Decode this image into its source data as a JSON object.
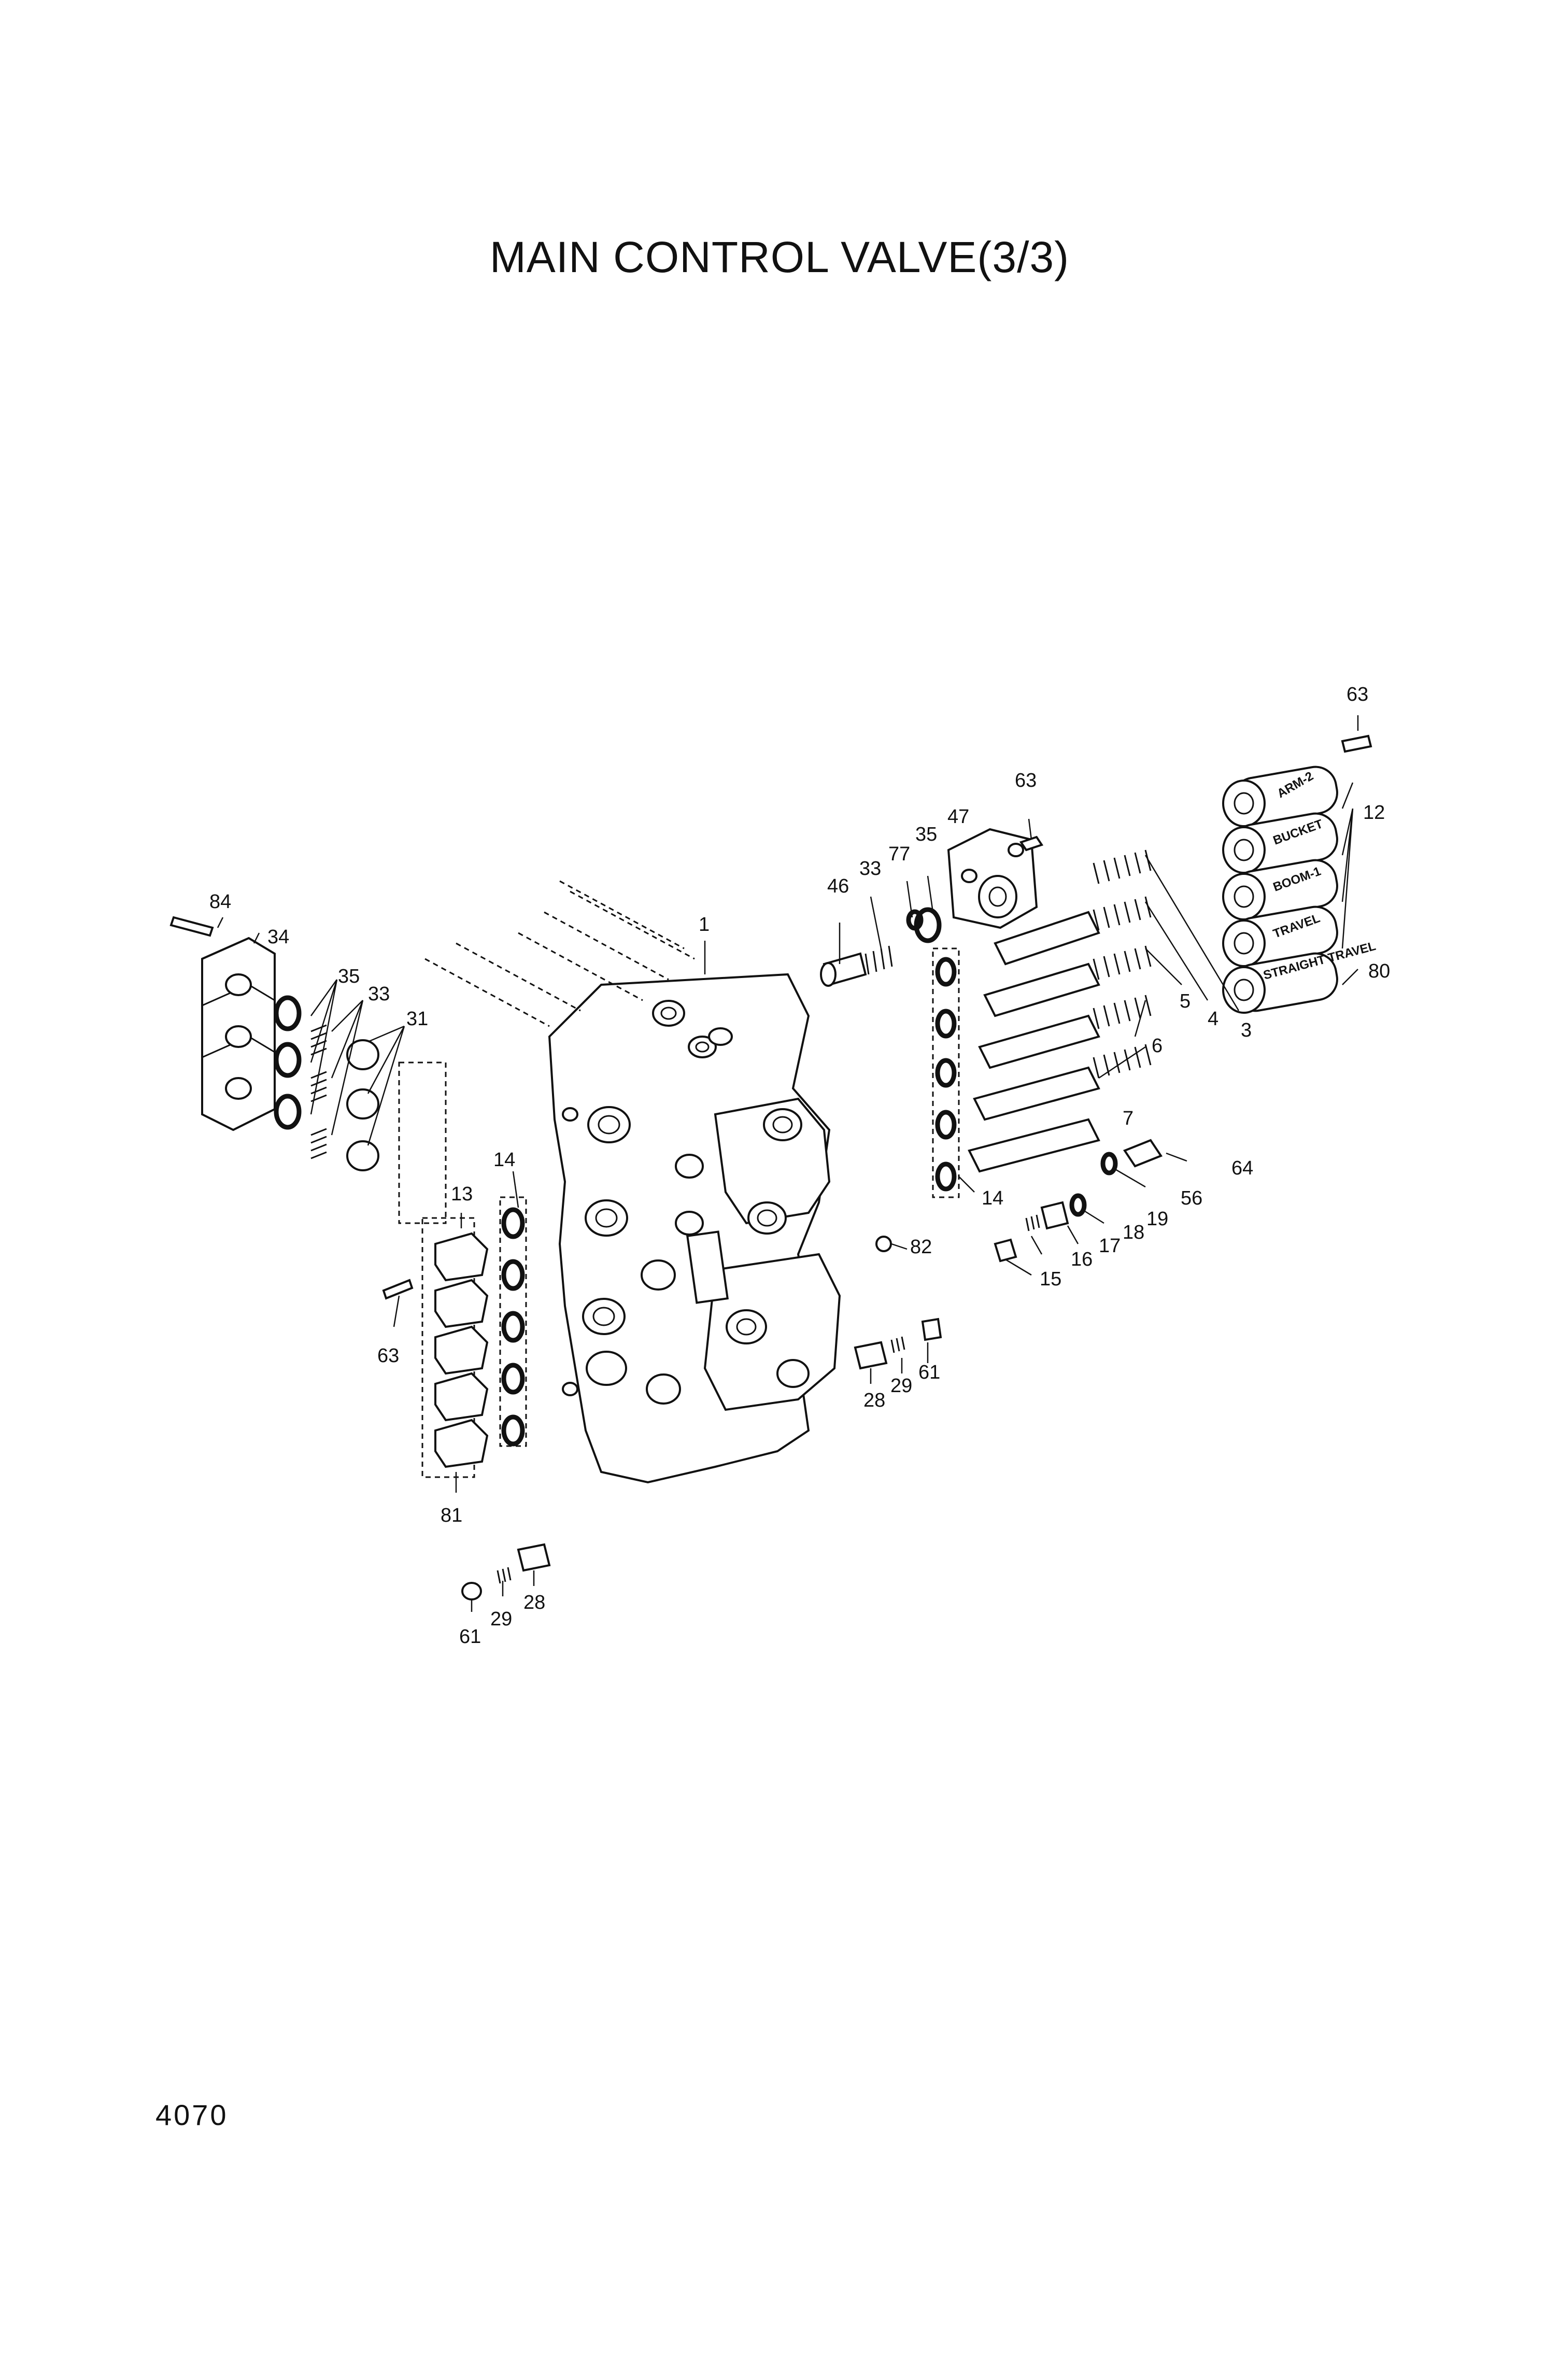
{
  "title": "MAIN CONTROL VALVE(3/3)",
  "page_number": "4070",
  "spool_tags": [
    "ARM-2",
    "BUCKET",
    "BOOM-1",
    "TRAVEL",
    "STRAIGHT TRAVEL"
  ],
  "callouts": [
    "63",
    "12",
    "80",
    "63",
    "47",
    "35",
    "77",
    "33",
    "46",
    "1",
    "84",
    "34",
    "35",
    "33",
    "31",
    "3",
    "4",
    "5",
    "6",
    "7",
    "14",
    "13",
    "14",
    "64",
    "56",
    "19",
    "18",
    "17",
    "16",
    "15",
    "82",
    "63",
    "61",
    "29",
    "28",
    "81",
    "28",
    "29",
    "61"
  ]
}
